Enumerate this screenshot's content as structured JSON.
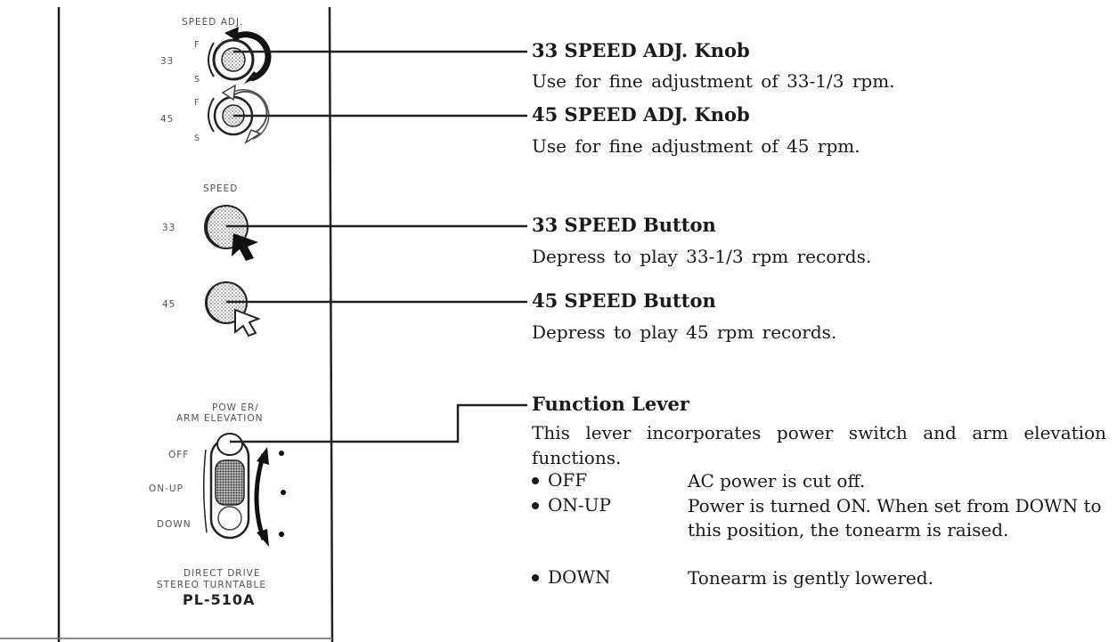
{
  "panel": {
    "speed_adj_label": "SPEED ADJ.",
    "knob33_label": "33",
    "knob45_label": "45",
    "f_label": "F",
    "s_label": "S",
    "speed_label": "SPEED",
    "btn33_label": "33",
    "btn45_label": "45",
    "function_header_line1": "POW ER/",
    "function_header_line2": "ARM ELEVATION",
    "pos_off": "OFF",
    "pos_onup": "ON-UP",
    "pos_down": "DOWN",
    "footer_line1": "DIRECT DRIVE",
    "footer_line2": "STEREO TURNTABLE",
    "model": "PL-510A"
  },
  "items": [
    {
      "heading": "33 SPEED ADJ. Knob",
      "description": "Use for fine adjustment of 33-1/3 rpm."
    },
    {
      "heading": "45 SPEED ADJ. Knob",
      "description": "Use for fine adjustment of 45 rpm."
    },
    {
      "heading": "33 SPEED Button",
      "description": "Depress to play 33-1/3 rpm records."
    },
    {
      "heading": "45 SPEED Button",
      "description": "Depress to play 45 rpm records."
    }
  ],
  "function_lever": {
    "heading": "Function Lever",
    "description": "This lever incorporates power switch and arm elevation functions.",
    "bullets": [
      {
        "term": "OFF",
        "text": "AC power is cut off."
      },
      {
        "term": "ON-UP",
        "text": "Power is turned ON. When set from DOWN to this position, the tonearm is raised."
      },
      {
        "term": "DOWN",
        "text": "Tonearm is gently lowered."
      }
    ]
  }
}
